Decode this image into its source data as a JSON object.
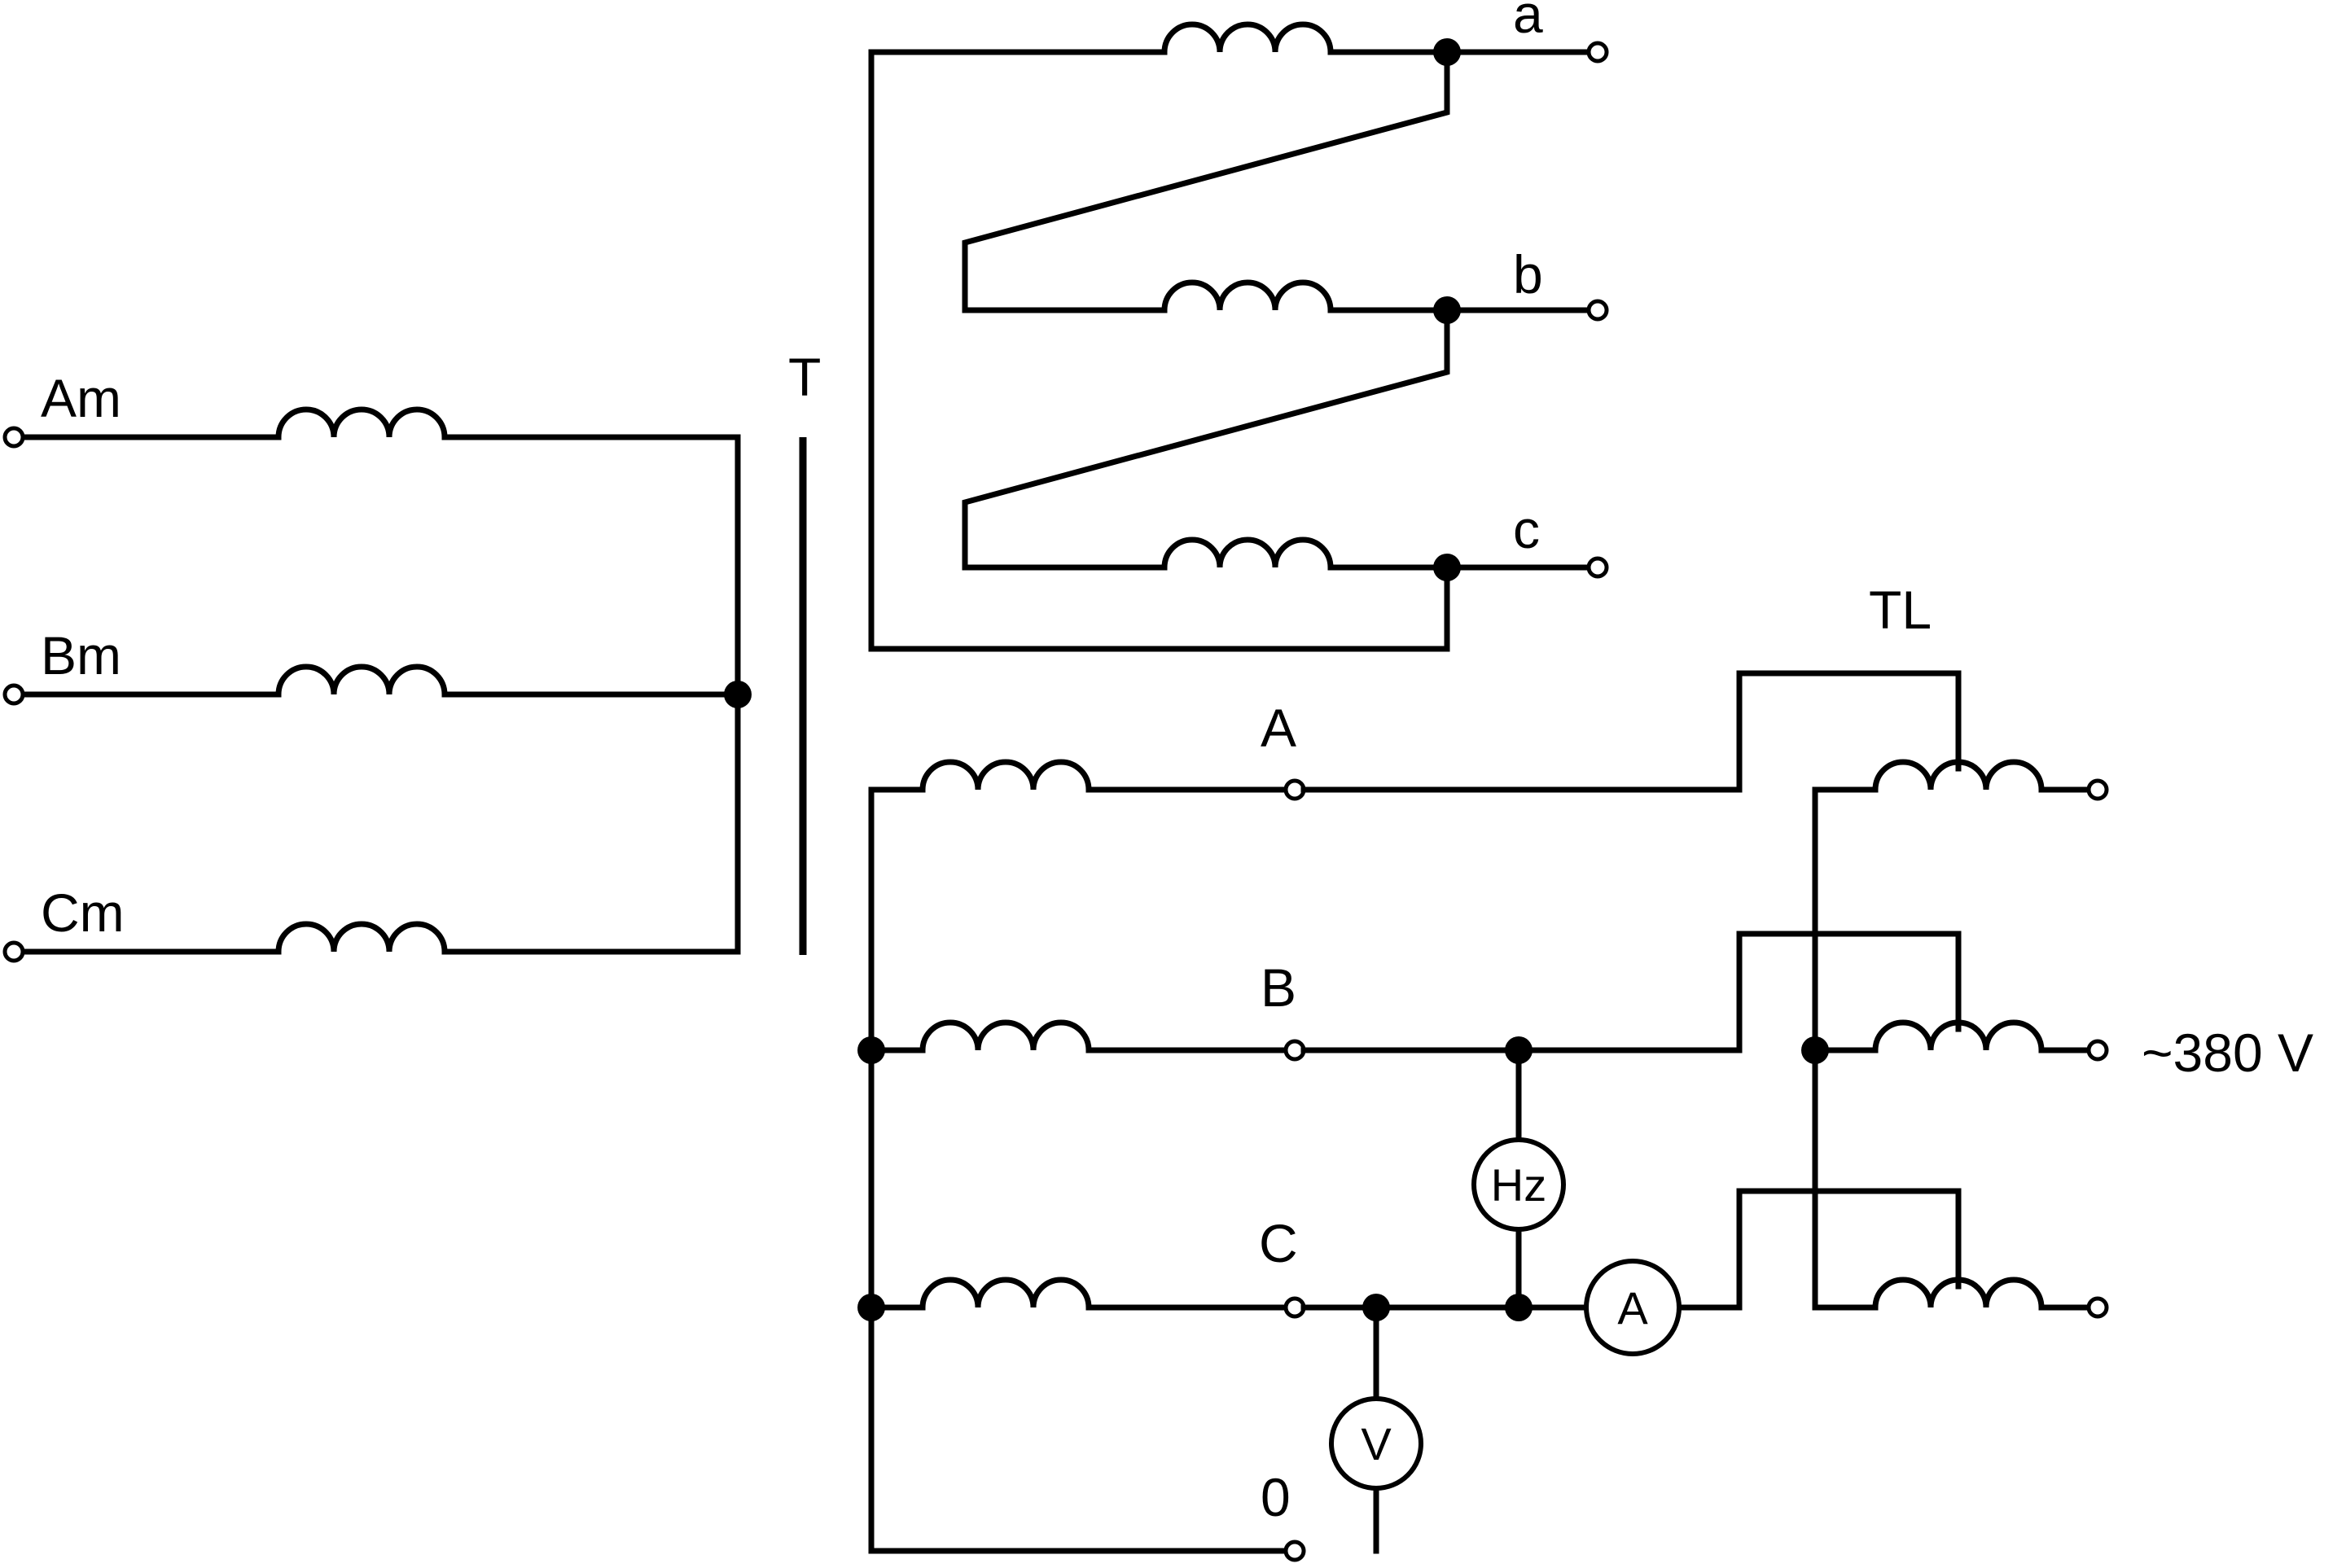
{
  "labels": {
    "am": "Am",
    "bm": "Bm",
    "cm": "Cm",
    "transformer": "T",
    "a": "a",
    "b": "b",
    "c": "c",
    "phase_a": "A",
    "phase_b": "B",
    "phase_c": "C",
    "neutral": "0",
    "tl": "TL",
    "output": "~380 V"
  },
  "meters": {
    "frequency": "Hz",
    "voltmeter": "V",
    "ammeter": "A"
  }
}
